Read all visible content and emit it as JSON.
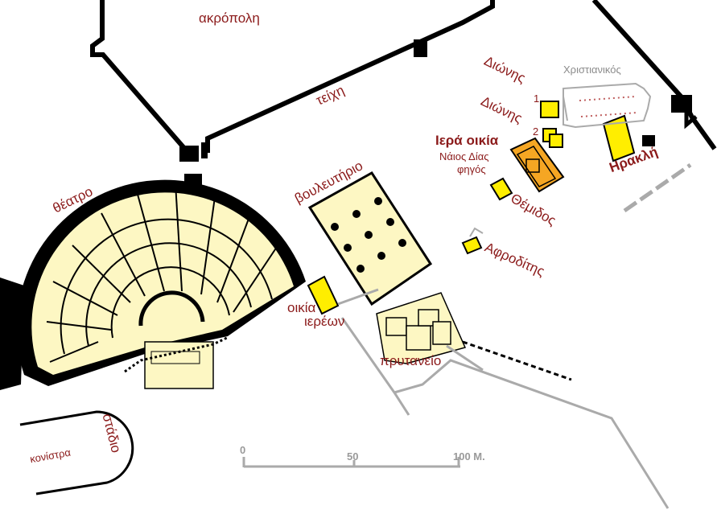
{
  "labels": {
    "acropolis": "ακρόπολη",
    "walls": "τείχη",
    "dione1": "Διώνης",
    "dione1_num": "1",
    "dione2": "Διώνης",
    "dione2_num": "2",
    "christian": "Χριστιανικός",
    "hiera_oikia": "Ιερά οικία",
    "naos_dias": "Νάιος Δίας",
    "fegos": "φηγός",
    "herakli": "Ηρακλή",
    "themidos": "Θέμιδος",
    "afroditis": "Αφροδίτης",
    "bouleuterio": "βουλευτήριο",
    "theatro": "θέατρο",
    "oikia": "οικία",
    "iereon": "ιερέων",
    "prytaneio": "πρυτανείο",
    "stadio": "στάδιο",
    "konistra": "κονίστρα"
  },
  "scale_bar": {
    "t0": "0",
    "t50": "50",
    "t100": "100 M."
  },
  "colors": {
    "label": "#8b1a1a",
    "fill": "#fdf7c3",
    "wall": "#000000",
    "temple": "#f5a623",
    "shrine": "#ffee00",
    "grey": "#a8a8a8"
  }
}
